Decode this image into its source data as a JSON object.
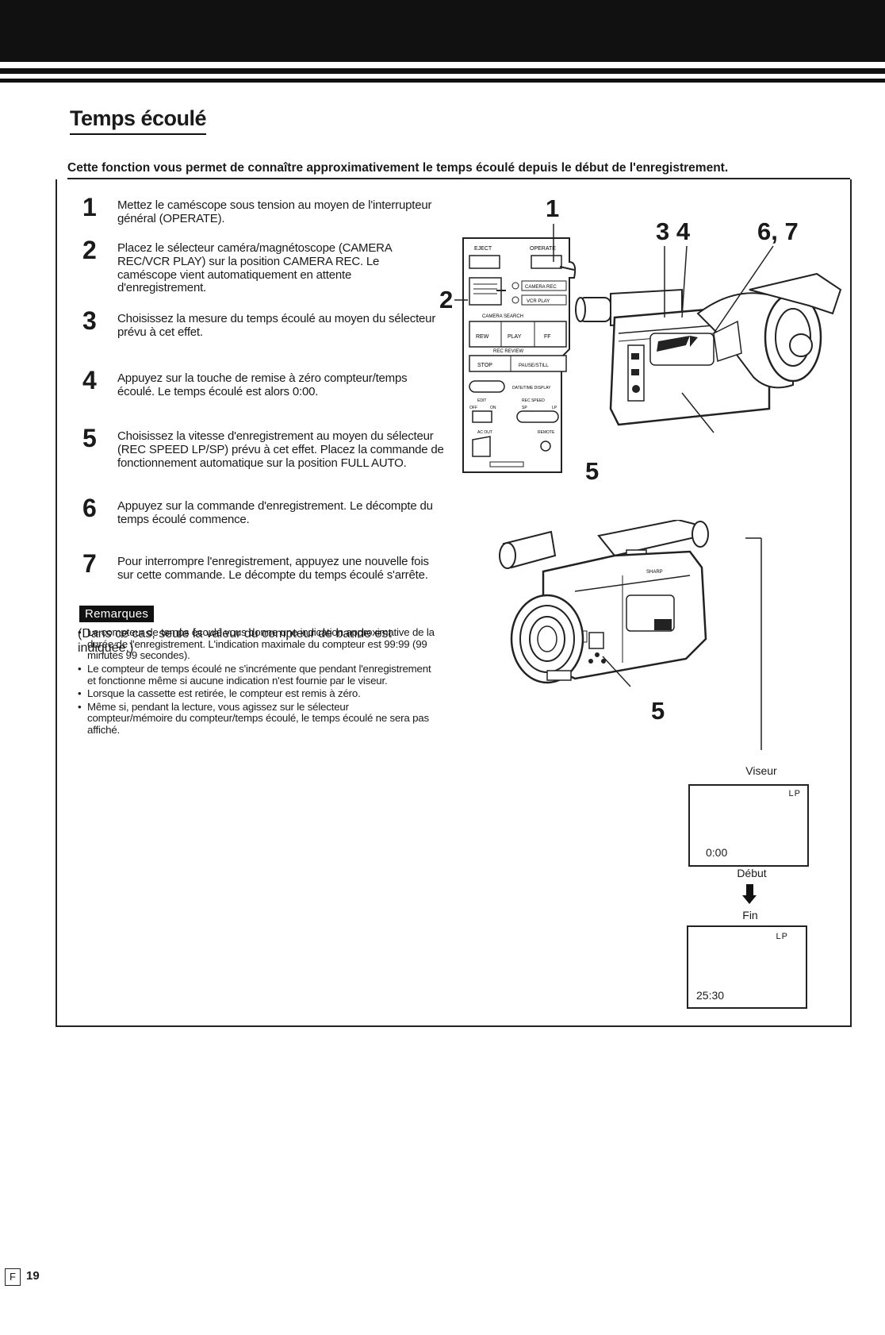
{
  "title": "Temps écoulé",
  "intro": "Cette fonction vous permet de connaître approximativement le temps écoulé depuis le début de l'enregistrement.",
  "steps": [
    {
      "num": "1",
      "text": "Mettez le caméscope sous tension au moyen de l'interrupteur général (OPERATE)."
    },
    {
      "num": "2",
      "text": "Placez le sélecteur caméra/magnétoscope (CAMERA REC/VCR PLAY) sur la position CAMERA REC. Le caméscope vient automatiquement en attente d'enregistrement."
    },
    {
      "num": "3",
      "text": "Choisissez la mesure du temps écoulé au moyen du sélecteur prévu à cet effet."
    },
    {
      "num": "4",
      "text": "Appuyez sur la touche de remise à zéro compteur/temps écoulé. Le temps écoulé est alors 0:00."
    },
    {
      "num": "5",
      "text": "Choisissez la vitesse d'enregistrement au moyen du sélecteur (REC SPEED LP/SP) prévu à cet effet. Placez la commande de fonctionnement automatique sur la position FULL AUTO."
    },
    {
      "num": "6",
      "text": "Appuyez sur la commande d'enregistrement. Le décompte du temps écoulé commence."
    },
    {
      "num": "7",
      "text": "Pour interrompre l'enregistrement, appuyez une nouvelle fois sur cette commande. Le décompte du temps écoulé s'arrête."
    }
  ],
  "remarks": {
    "heading": "Remarques",
    "items": [
      "Le compteur de temps écoulé vous donne une indication approximative de la durée de l'enregistrement. L'indication maximale du compteur est 99:99 (99 minutes 99 secondes).",
      "Le compteur de temps écoulé ne s'incrémente que pendant l'enregistrement et fonctionne même si aucune indication n'est fournie par le viseur.",
      "Lorsque la cassette est retirée, le compteur est remis à zéro.",
      "Même si, pendant la lecture, vous agissez sur le sélecteur compteur/mémoire du compteur/temps écoulé, le temps écoulé ne sera pas affiché."
    ],
    "note": "(Dans ce cas, seule la valeur du compteur de bande est indiquée.)"
  },
  "callouts": {
    "c1": "1",
    "c2": "2",
    "c34": "3 4",
    "c67": "6, 7",
    "c5a": "5",
    "c5b": "5"
  },
  "panel_labels": {
    "eject": "EJECT",
    "operate": "OPERATE",
    "camera_rec": "CAMERA REC",
    "vcr_play": "VCR PLAY",
    "camera_search": "CAMERA SEARCH",
    "rew": "REW",
    "play": "PLAY",
    "ff": "FF",
    "rec_review": "REC REVIEW",
    "stop": "STOP",
    "pause_still": "PAUSE/STILL",
    "date_time_display": "DATE/TIME DISPLAY",
    "edit": "EDIT",
    "off": "OFF",
    "on": "ON",
    "rec_speed": "REC SPEED",
    "sp": "SP",
    "lp": "LP",
    "ac_out": "AC OUT",
    "remote": "REMOTE"
  },
  "brand": "SHARP",
  "viewfinder": {
    "label": "Viseur",
    "start_label": "Début",
    "end_label": "Fin",
    "start_mode": "LP",
    "start_time": "0:00",
    "end_mode": "LP",
    "end_time": "25:30"
  },
  "footer": {
    "lang": "F",
    "page": "19"
  }
}
